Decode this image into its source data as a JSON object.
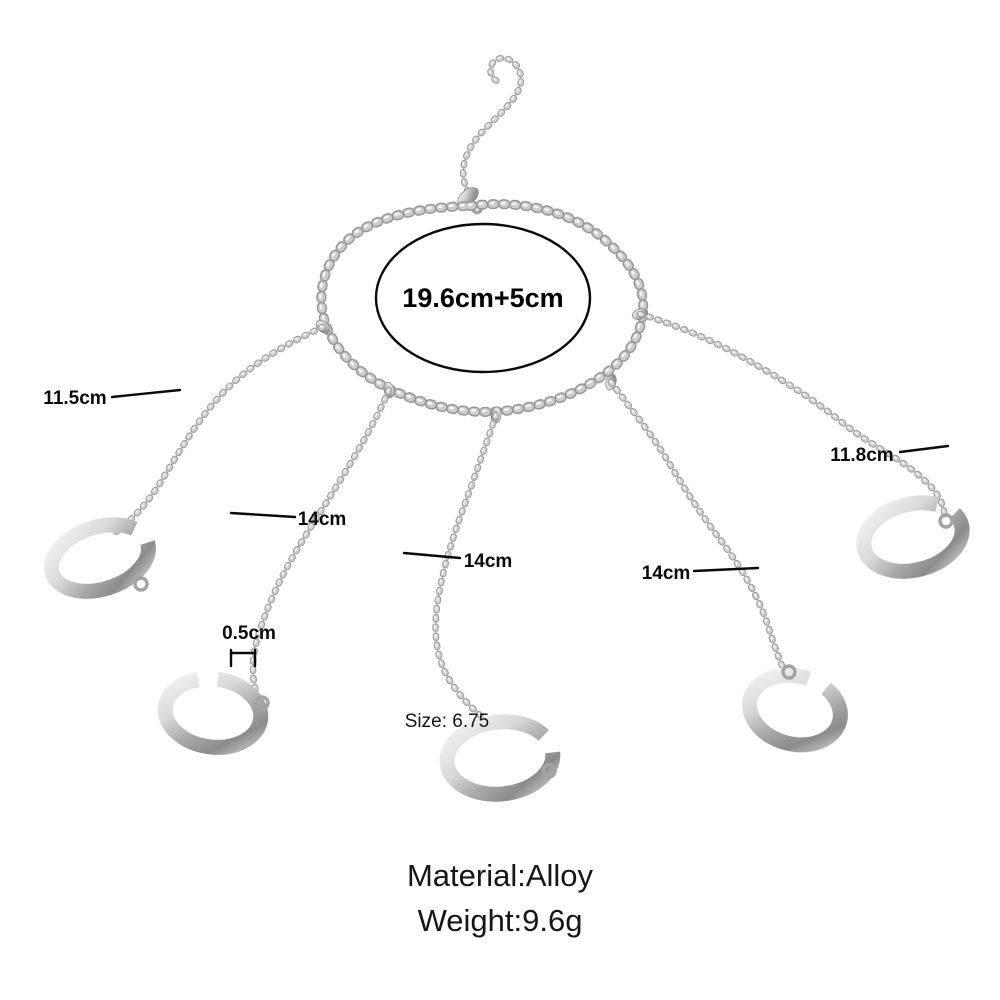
{
  "product": {
    "size_oval_label": "19.6cm+5cm",
    "ring_size_label": "Size: 6.75",
    "material_label": "Material:Alloy",
    "weight_label": "Weight:9.6g"
  },
  "measurements": {
    "left_chain": "11.5cm",
    "second_chain": "14cm",
    "middle_chain": "14cm",
    "fourth_chain": "14cm",
    "right_chain": "11.8cm",
    "ring_band_width": "0.5cm"
  },
  "colors": {
    "background": "#ffffff",
    "metal_light": "#f2f2f2",
    "metal_mid": "#c0c0c0",
    "metal_dark": "#8c8c8c",
    "annotation": "#0a0a0a"
  }
}
